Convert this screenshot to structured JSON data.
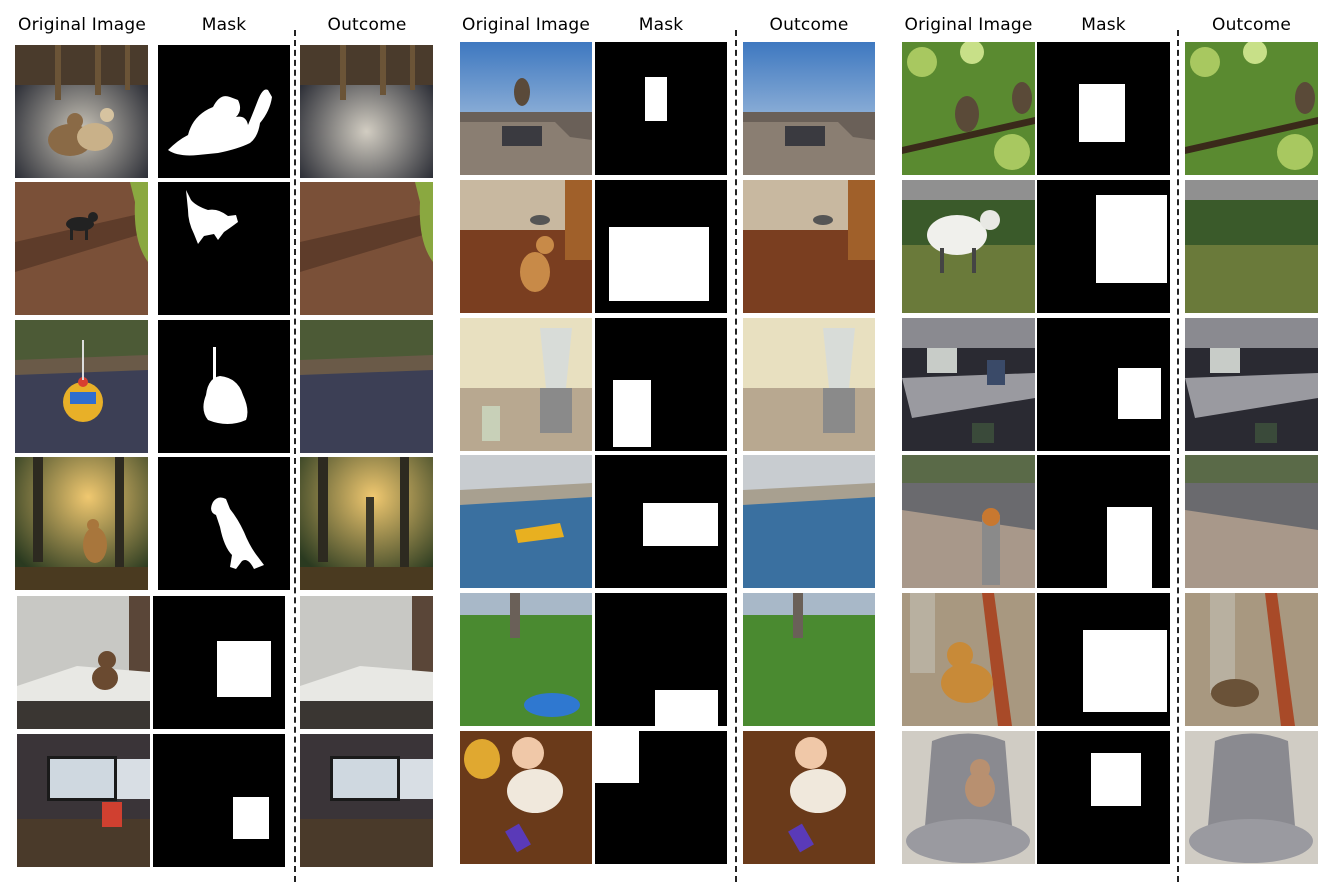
{
  "figure": {
    "groups": [
      {
        "headers": {
          "original": "Original Image",
          "mask": "Mask",
          "outcome": "Outcome"
        },
        "rows": [
          "cats on gravel",
          "dog on dirt",
          "toy car on road",
          "dog in forest",
          "teddy bear on table",
          "monitors on desk"
        ]
      },
      {
        "headers": {
          "original": "Original Image",
          "mask": "Mask",
          "outcome": "Outcome"
        },
        "rows": [
          "dog on truck",
          "cat on floor",
          "blender on counter",
          "boat on river",
          "frisbee on grass",
          "baby on floor"
        ]
      },
      {
        "headers": {
          "original": "Original Image",
          "mask": "Mask",
          "outcome": "Outcome"
        },
        "rows": [
          "owls on branch",
          "sheep on field",
          "office cubicle",
          "fire hydrant",
          "teddy bear at tree",
          "teddy on chair"
        ]
      }
    ]
  }
}
